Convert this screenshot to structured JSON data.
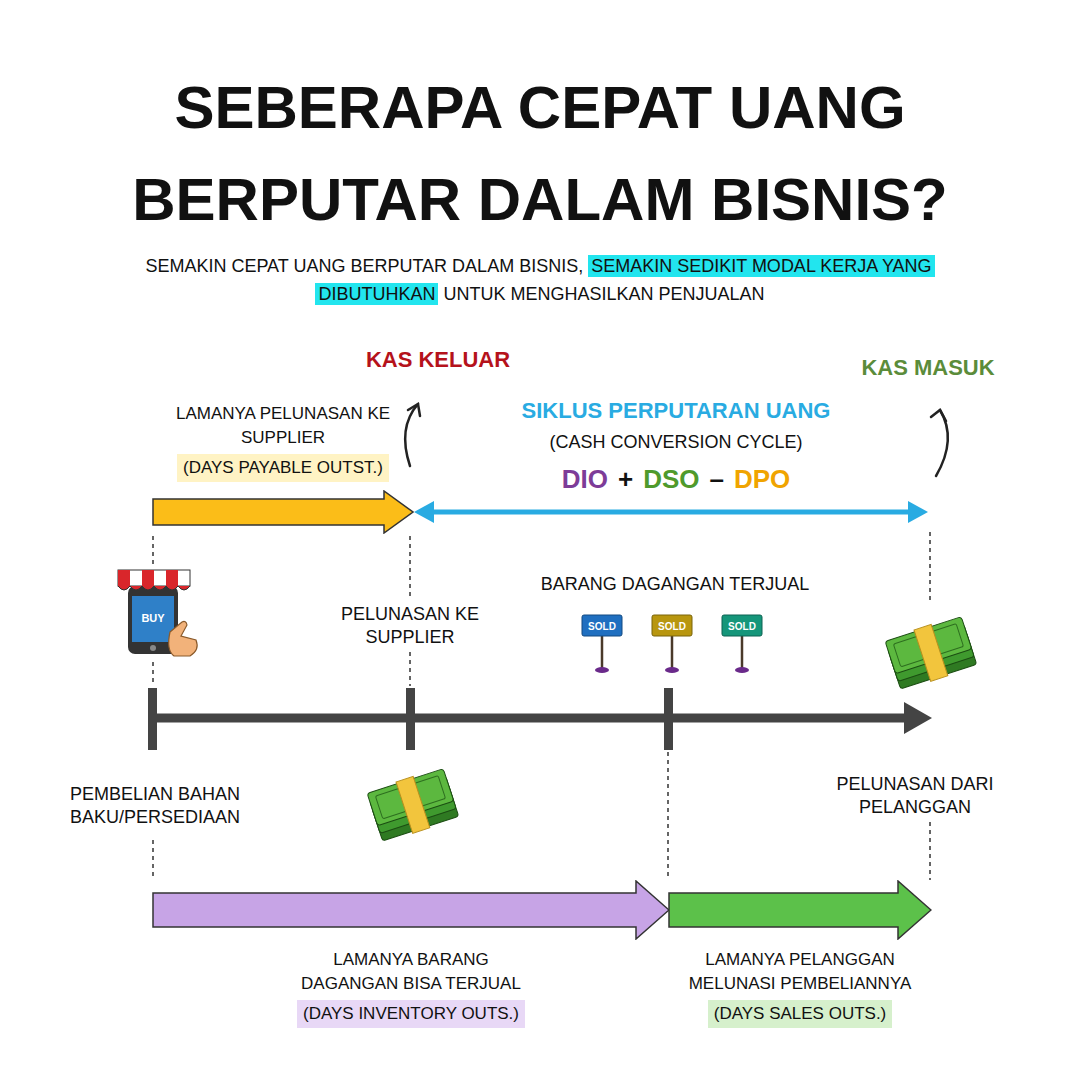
{
  "diagram": {
    "title": "SEBERAPA CEPAT UANG BERPUTAR DALAM BISNIS?",
    "nodes": [
      {
        "text": [
          "LAMANYA PELUNASAN KE SUPPLIER",
          "(DAYS PAYABLE OUTST.)"
        ]
      },
      {
        "text": [
          "LAMANYA BARANG DAGANGAN BISA TERJUAL",
          "(DAYS INVENTORY OUTS.)"
        ]
      },
      {
        "text": [
          "LAMANYA PELANGGAN MELUNASI PEMBELIANNYA",
          "(DAYS SALES OUTS.)"
        ]
      }
    ],
    "labels": [
      "SEMAKIN CEPAT UANG BERPUTAR DALAM BISNIS,",
      "SEMAKIN SEDIKIT MODAL KERJA YANG DIBUTUHKAN",
      "UNTUK MENGHASILKAN PENJUALAN",
      "KAS KELUAR",
      "KAS MASUK",
      "SIKLUS PERPUTARAN UANG",
      "(CASH CONVERSION CYCLE)",
      "DIO",
      "+",
      "DSO",
      "–",
      "DPO",
      "BARANG DAGANGAN TERJUAL",
      "BUY",
      "PELUNASAN KE SUPPLIER",
      "SOLD",
      "SOLD",
      "SOLD",
      "PEMBELIAN BAHAN BAKU/PERSEDIAAN",
      "PELUNASAN DARI PELANGGAN"
    ]
  }
}
